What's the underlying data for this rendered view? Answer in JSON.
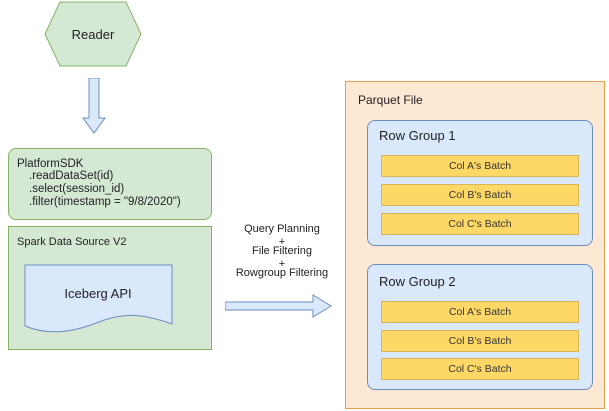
{
  "reader": {
    "label": "Reader"
  },
  "sdk": {
    "lines": [
      "PlatformSDK",
      ".readDataSet(id)",
      ".select(session_id)",
      ".filter(timestamp = \"9/8/2020\")"
    ]
  },
  "spark": {
    "title": "Spark Data Source V2"
  },
  "iceberg": {
    "label": "Iceberg API"
  },
  "middle": {
    "lines": [
      "Query Planning",
      "+",
      "File Filtering",
      "+",
      "Rowgroup Filtering"
    ]
  },
  "parquet": {
    "title": "Parquet File",
    "row_groups": [
      {
        "title": "Row Group 1",
        "batches": [
          "Col A's Batch",
          "Col B's Batch",
          "Col C's Batch"
        ]
      },
      {
        "title": "Row Group 2",
        "batches": [
          "Col A's Batch",
          "Col B's Batch",
          "Col C's Batch"
        ]
      }
    ]
  },
  "colors": {
    "reader_fill": "#d5e8d4",
    "sdk_fill": "#d5e8d4",
    "iceberg_fill": "#dae8fc",
    "arrow_fill": "#dae8fc",
    "parquet_fill": "#fde8d3",
    "row_group_fill": "#dae8fc",
    "batch_fill": "#fdd866"
  }
}
